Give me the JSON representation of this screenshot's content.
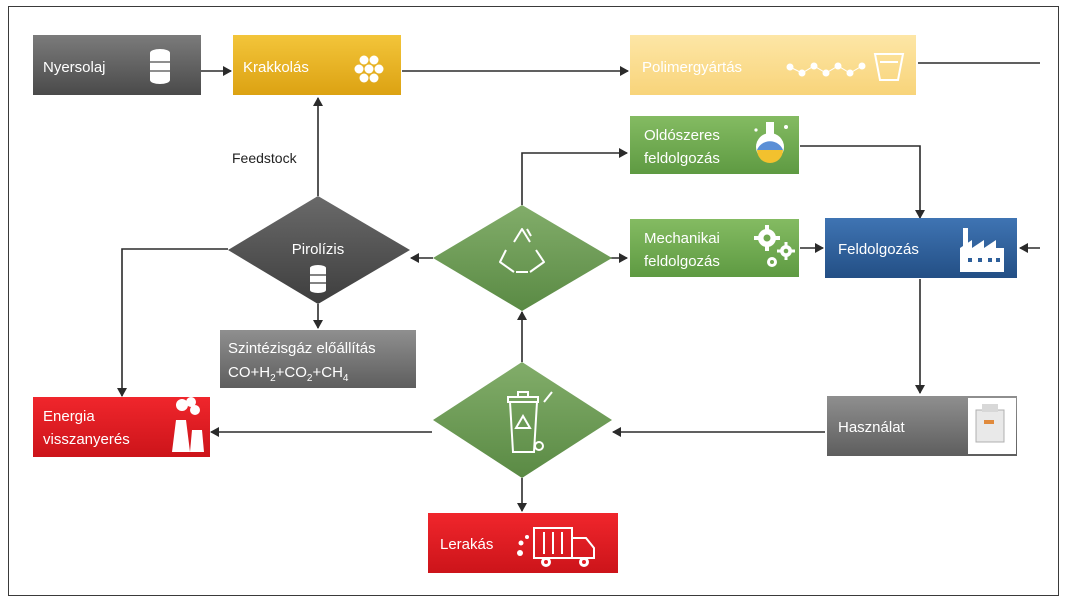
{
  "nodes": {
    "crude_oil": "Nyersolaj",
    "cracking": "Krakkolás",
    "polymer_production": "Polimergyártás",
    "solvent_processing_1": "Oldószeres",
    "solvent_processing_2": "feldolgozás",
    "mechanical_processing_1": "Mechanikai",
    "mechanical_processing_2": "feldolgozás",
    "processing": "Feldolgozás",
    "pyrolysis": "Pirolízis",
    "syngas_line1": "Szintézisgáz előállítás",
    "syngas_co": "CO+H",
    "syngas_h_sub": "2",
    "syngas_co2": "+CO",
    "syngas_co2_sub": "2",
    "syngas_ch": "+CH",
    "syngas_ch_sub": "4",
    "energy_recovery_1": "Energia",
    "energy_recovery_2": "visszanyerés",
    "usage": "Használat",
    "landfill": "Lerakás"
  },
  "edge_labels": {
    "feedstock": "Feedstock"
  },
  "colors": {
    "gray_dark": "#5a5a5a",
    "yellow": "#e9b51c",
    "yellow_light": "#fbdc8a",
    "green": "#6fa84f",
    "blue": "#2d5f9a",
    "red": "#e31e24",
    "diamond_gray": "#4e4e4e",
    "diamond_green": "#6c9955",
    "arrow": "#2b2b2b"
  },
  "icons": [
    "barrel-icon",
    "molecule-icon",
    "polymer-chain-icon",
    "flask-icon",
    "gears-icon",
    "factory-icon",
    "recycle-icon",
    "recycle-bin-icon",
    "power-plant-icon",
    "truck-icon",
    "package-icon"
  ]
}
